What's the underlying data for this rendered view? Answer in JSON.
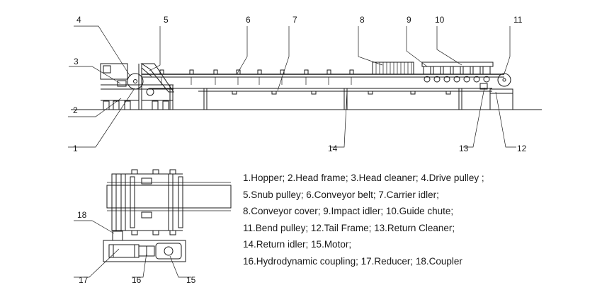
{
  "callouts": {
    "c1": "1",
    "c2": "2",
    "c3": "3",
    "c4": "4",
    "c5": "5",
    "c6": "6",
    "c7": "7",
    "c8": "8",
    "c9": "9",
    "c10": "10",
    "c11": "11",
    "c12": "12",
    "c13": "13",
    "c14": "14",
    "c15": "15",
    "c16": "16",
    "c17": "17",
    "c18": "18"
  },
  "legend": [
    "1.Hopper; 2.Head frame; 3.Head cleaner; 4.Drive pulley ;",
    "5.Snub pulley; 6.Conveyor belt; 7.Carrier idler;",
    "8.Conveyor cover; 9.Impact idler; 10.Guide chute;",
    "11.Bend pulley; 12.Tail Frame; 13.Return Cleaner;",
    "14.Return idler; 15.Motor;",
    "16.Hydrodynamic coupling; 17.Reducer; 18.Coupler"
  ]
}
